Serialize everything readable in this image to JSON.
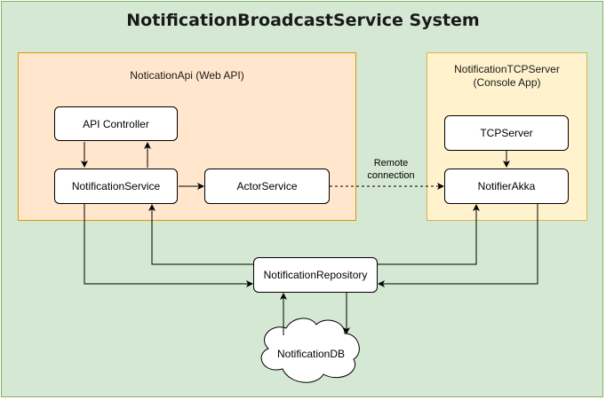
{
  "diagram": {
    "title": "NotificationBroadcastService System",
    "containers": {
      "api": {
        "title": "NoticationApi (Web API)"
      },
      "tcp": {
        "title_line1": "NotificationTCPServer",
        "title_line2": "(Console App)"
      }
    },
    "nodes": {
      "api_controller": "API Controller",
      "notification_service": "NotificationService",
      "actor_service": "ActorService",
      "tcp_server": "TCPServer",
      "notifier_akka": "NotifierAkka",
      "notification_repository": "NotificationRepository",
      "notification_db": "NotificationDB"
    },
    "edge_labels": {
      "remote_line1": "Remote",
      "remote_line2": "connection"
    }
  },
  "colors": {
    "background": "#d5e8d4",
    "api_container": "#ffe6cc",
    "tcp_container": "#fff2cc"
  }
}
